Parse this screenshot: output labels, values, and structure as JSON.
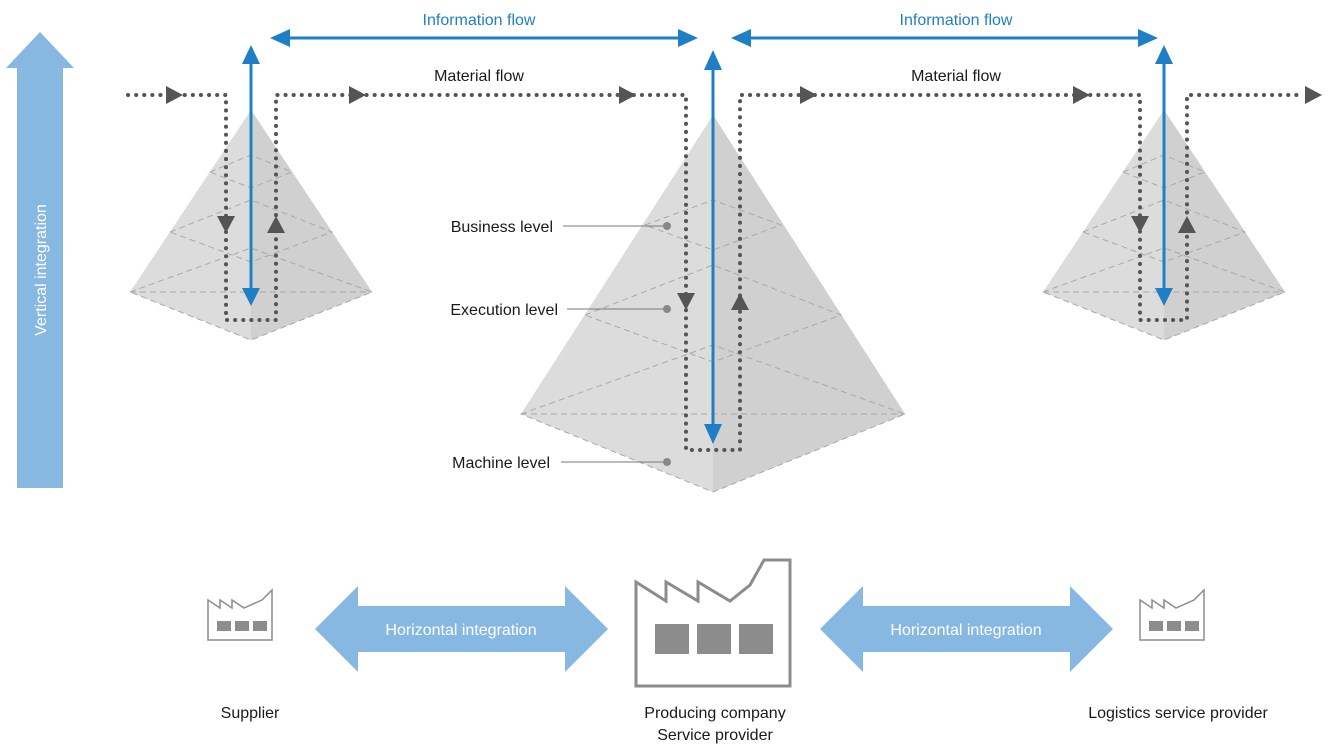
{
  "labels": {
    "information_flow_left": "Information flow",
    "information_flow_right": "Information flow",
    "material_flow_left": "Material flow",
    "material_flow_right": "Material flow",
    "business_level": "Business level",
    "execution_level": "Execution level",
    "machine_level": "Machine level",
    "vertical_integration": "Vertical integration",
    "horizontal_integration_left": "Horizontal integration",
    "horizontal_integration_right": "Horizontal integration",
    "supplier": "Supplier",
    "producing_company": "Producing company",
    "service_provider": "Service provider",
    "logistics_service_provider": "Logistics service provider"
  },
  "colors": {
    "information_flow": "#1f7fc4",
    "integration_arrow": "#87b8e2",
    "material_flow": "#555555",
    "pyramid": "#dcdcdc",
    "factory_icon": "#8c8c8c"
  },
  "icons": [
    "factory-icon",
    "arrow-icon",
    "triangle-arrow-icon"
  ]
}
